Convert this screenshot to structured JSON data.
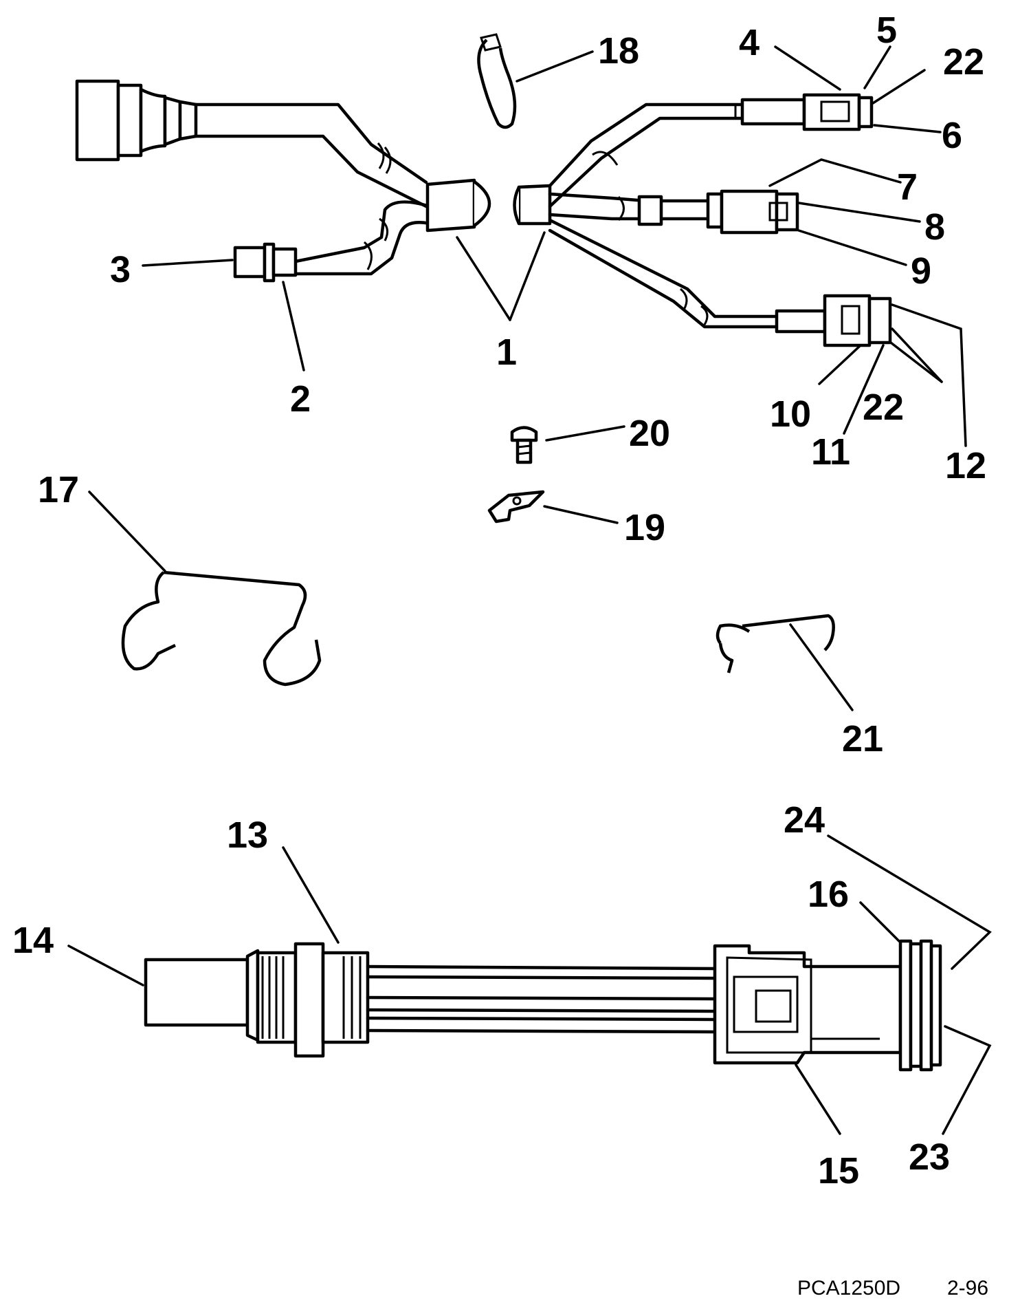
{
  "labels": {
    "l1": "1",
    "l2": "2",
    "l3": "3",
    "l4": "4",
    "l5": "5",
    "l6": "6",
    "l7": "7",
    "l8": "8",
    "l9": "9",
    "l10": "10",
    "l11": "11",
    "l12": "12",
    "l13": "13",
    "l14": "14",
    "l15": "15",
    "l16": "16",
    "l17": "17",
    "l18": "18",
    "l19": "19",
    "l20": "20",
    "l21": "21",
    "l22a": "22",
    "l22b": "22",
    "l23": "23",
    "l24": "24"
  },
  "footer": {
    "code": "PCA1250D",
    "date": "2-96"
  }
}
